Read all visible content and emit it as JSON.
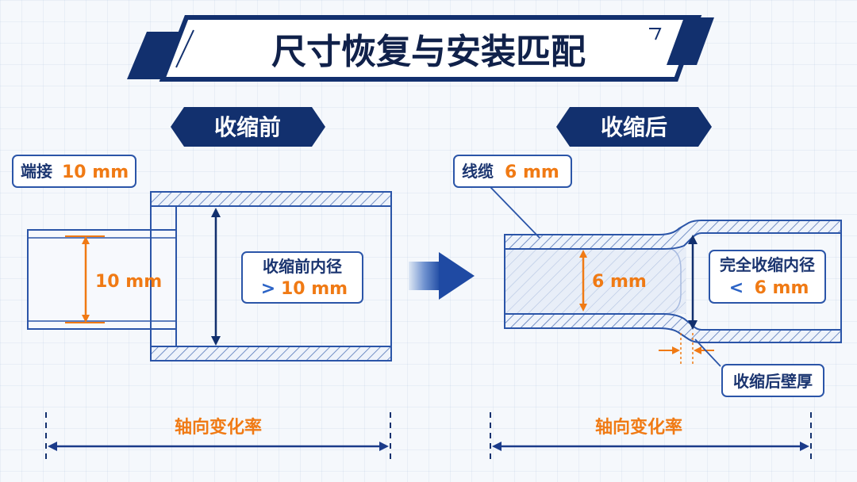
{
  "title": "尺寸恢复与安装匹配",
  "left": {
    "tag": "收缩前",
    "terminal_label": "端接",
    "terminal_value": "10 mm",
    "terminal_dim": "10 mm",
    "inner_label": "收缩前内径",
    "inner_symbol": ">",
    "inner_value": "10 mm",
    "axis_label": "轴向变化率"
  },
  "right": {
    "tag": "收缩后",
    "cable_label": "线缆",
    "cable_value": "6 mm",
    "cable_dim": "6 mm",
    "inner_label": "完全收缩内径",
    "inner_symbol": "<",
    "inner_value": "6 mm",
    "wall_label": "收缩后壁厚",
    "axis_label": "轴向变化率"
  },
  "colors": {
    "navy": "#12306e",
    "blue": "#2b63c6",
    "orange": "#f07a14"
  },
  "icons": {
    "arrow": "right-arrow-icon"
  }
}
